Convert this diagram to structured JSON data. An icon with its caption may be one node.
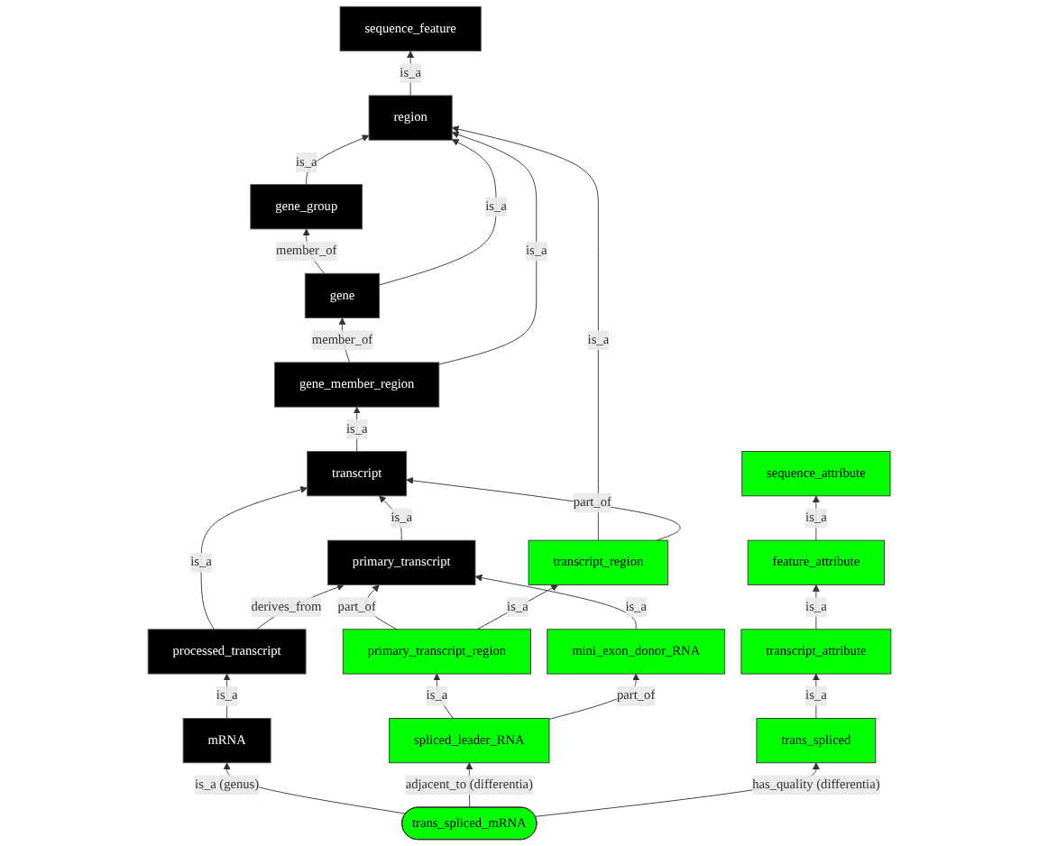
{
  "diagram": {
    "nodes": [
      {
        "text": [
          "sequence_feature"
        ]
      },
      {
        "text": [
          "region"
        ]
      },
      {
        "text": [
          "gene_group"
        ]
      },
      {
        "text": [
          "gene"
        ]
      },
      {
        "text": [
          "gene_member_region"
        ]
      },
      {
        "text": [
          "transcript"
        ]
      },
      {
        "text": [
          "primary_transcript"
        ]
      },
      {
        "text": [
          "transcript_region"
        ]
      },
      {
        "text": [
          "sequence_attribute"
        ]
      },
      {
        "text": [
          "feature_attribute"
        ]
      },
      {
        "text": [
          "processed_transcript"
        ]
      },
      {
        "text": [
          "primary_transcript_region"
        ]
      },
      {
        "text": [
          "mini_exon_donor_RNA"
        ]
      },
      {
        "text": [
          "transcript_attribute"
        ]
      },
      {
        "text": [
          "mRNA"
        ]
      },
      {
        "text": [
          "spliced_leader_RNA"
        ]
      },
      {
        "text": [
          "trans_spliced"
        ]
      },
      {
        "text": [
          "trans_spliced_mRNA"
        ]
      }
    ],
    "edges": [
      {
        "from": 1,
        "to": 0,
        "arrow": "to",
        "label": "is_a"
      },
      {
        "from": 2,
        "to": 1,
        "arrow": "to",
        "label": "is_a"
      },
      {
        "from": 3,
        "to": 2,
        "arrow": "to",
        "label": "member_of"
      },
      {
        "from": 3,
        "to": 1,
        "arrow": "to",
        "label": "is_a"
      },
      {
        "from": 4,
        "to": 3,
        "arrow": "to",
        "label": "member_of"
      },
      {
        "from": 4,
        "to": 1,
        "arrow": "to",
        "label": "is_a"
      },
      {
        "from": 5,
        "to": 4,
        "arrow": "to",
        "label": "is_a"
      },
      {
        "from": 7,
        "to": 1,
        "arrow": "to",
        "label": "is_a"
      },
      {
        "from": 6,
        "to": 5,
        "arrow": "to",
        "label": "is_a"
      },
      {
        "from": 7,
        "to": 5,
        "arrow": "to",
        "label": "part_of"
      },
      {
        "from": 10,
        "to": 5,
        "arrow": "to",
        "label": "is_a"
      },
      {
        "from": 10,
        "to": 6,
        "arrow": "to",
        "label": "derives_from"
      },
      {
        "from": 11,
        "to": 6,
        "arrow": "to",
        "label": "part_of"
      },
      {
        "from": 11,
        "to": 7,
        "arrow": "to",
        "label": "is_a"
      },
      {
        "from": 12,
        "to": 6,
        "arrow": "to",
        "label": "is_a"
      },
      {
        "from": 9,
        "to": 8,
        "arrow": "to",
        "label": "is_a"
      },
      {
        "from": 13,
        "to": 9,
        "arrow": "to",
        "label": "is_a"
      },
      {
        "from": 14,
        "to": 10,
        "arrow": "to",
        "label": "is_a"
      },
      {
        "from": 15,
        "to": 11,
        "arrow": "to",
        "label": "is_a"
      },
      {
        "from": 15,
        "to": 12,
        "arrow": "to",
        "label": "part_of"
      },
      {
        "from": 16,
        "to": 13,
        "arrow": "to",
        "label": "is_a"
      },
      {
        "from": 17,
        "to": 14,
        "arrow": "to",
        "label": "is_a (genus)"
      },
      {
        "from": 17,
        "to": 15,
        "arrow": "to",
        "label": "adjacent_to (differentia)"
      },
      {
        "from": 17,
        "to": 16,
        "arrow": "to",
        "label": "has_quality (differentia)"
      }
    ]
  }
}
